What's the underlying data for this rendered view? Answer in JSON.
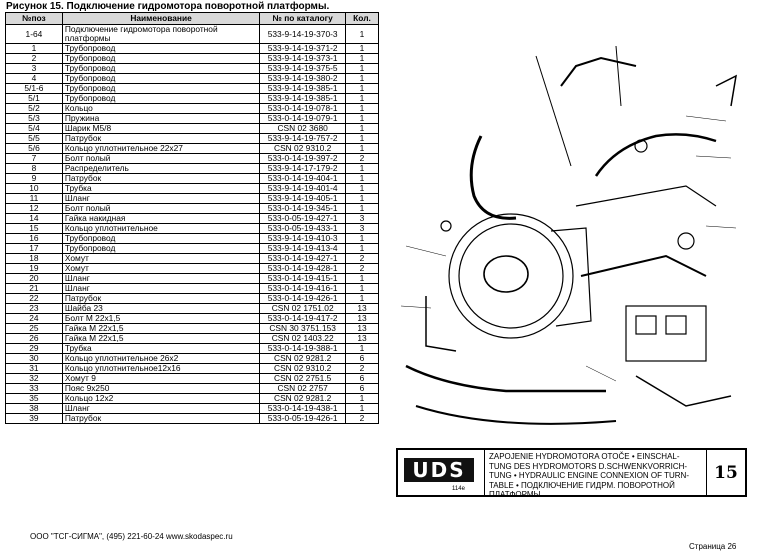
{
  "title": "Рисунок 15.   Подключение гидромотора поворотной платформы.",
  "table": {
    "headers": [
      "№поз",
      "Наименование",
      "№ по каталогу",
      "Кол."
    ],
    "rows": [
      [
        "1-64",
        "Подключение гидромотора поворотной платформы",
        "533-9-14-19-370-3",
        "1"
      ],
      [
        "1",
        "Трубопровод",
        "533-9-14-19-371-2",
        "1"
      ],
      [
        "2",
        "Трубопровод",
        "533-9-14-19-373-1",
        "1"
      ],
      [
        "3",
        "Трубопровод",
        "533-9-14-19-375-5",
        "1"
      ],
      [
        "4",
        "Трубопровод",
        "533-9-14-19-380-2",
        "1"
      ],
      [
        "5/1-6",
        "Трубопровод",
        "533-9-14-19-385-1",
        "1"
      ],
      [
        "5/1",
        "Трубопровод",
        "533-9-14-19-385-1",
        "1"
      ],
      [
        "5/2",
        "Кольцо",
        "533-0-14-19-078-1",
        "1"
      ],
      [
        "5/3",
        "Пружина",
        "533-0-14-19-079-1",
        "1"
      ],
      [
        "5/4",
        "Шарик М5/8",
        "CSN  02  3680",
        "1"
      ],
      [
        "5/5",
        "Патрубок",
        "533-9-14-19-757-2",
        "1"
      ],
      [
        "5/6",
        "Кольцо уплотнительное 22х27",
        "CSN  02  9310.2",
        "1"
      ],
      [
        "7",
        "Болт полый",
        "533-0-14-19-397-2",
        "2"
      ],
      [
        "8",
        "Распределитель",
        "533-9-14-17-179-2",
        "1"
      ],
      [
        "9",
        "Патрубок",
        "533-0-14-19-404-1",
        "1"
      ],
      [
        "10",
        "Трубка",
        "533-9-14-19-401-4",
        "1"
      ],
      [
        "11",
        "Шланг",
        "533-9-14-19-405-1",
        "1"
      ],
      [
        "12",
        "Болт полый",
        "533-0-14-19-345-1",
        "1"
      ],
      [
        "14",
        "Гайка накидная",
        "533-0-05-19-427-1",
        "3"
      ],
      [
        "15",
        "Кольцо уплотнительное",
        "533-0-05-19-433-1",
        "3"
      ],
      [
        "16",
        "Трубопровод",
        "533-9-14-19-410-3",
        "1"
      ],
      [
        "17",
        "Трубопровод",
        "533-9-14-19-413-4",
        "1"
      ],
      [
        "18",
        "Хомут",
        "533-0-14-19-427-1",
        "2"
      ],
      [
        "19",
        "Хомут",
        "533-0-14-19-428-1",
        "2"
      ],
      [
        "20",
        "Шланг",
        "533-0-14-19-415-1",
        "1"
      ],
      [
        "21",
        "Шланг",
        "533-0-14-19-416-1",
        "1"
      ],
      [
        "22",
        "Патрубок",
        "533-0-14-19-426-1",
        "1"
      ],
      [
        "23",
        "Шайба  23",
        "CSN  02  1751.02",
        "13"
      ],
      [
        "24",
        "Болт  М 22х1,5",
        "533-0-14-19-417-2",
        "13"
      ],
      [
        "25",
        "Гайка М 22х1,5",
        "CSN  30  3751.153",
        "13"
      ],
      [
        "26",
        "Гайка М 22х1,5",
        "CSN  02  1403.22",
        "13"
      ],
      [
        "29",
        "Трубка",
        "533-0-14-19-388-1",
        "1"
      ],
      [
        "30",
        "Кольцо уплотнительное  26х2",
        "CSN  02  9281.2",
        "6"
      ],
      [
        "31",
        "Кольцо уплотнительное12х16",
        "CSN  02  9310.2",
        "2"
      ],
      [
        "32",
        "Хомут 9",
        "CSN  02  2751.5",
        "6"
      ],
      [
        "33",
        "Пояс  9х250",
        "CSN  02  2757",
        "6"
      ],
      [
        "35",
        "Кольцо 12х2",
        "CSN  02  9281.2",
        "1"
      ],
      [
        "38",
        "Шланг",
        "533-0-14-19-438-1",
        "1"
      ],
      [
        "39",
        "Патрубок",
        "533-0-05-19-426-1",
        "2"
      ]
    ]
  },
  "titleblock": {
    "logo": "UDS",
    "logo_sub": "114e",
    "lines": [
      "ZAPOJENIE HYDROMOTORA OTOČE • EINSCHAL-",
      "TUNG DES HYDROMOTORS D.SCHWENKVORRICH-",
      "TUNG • HYDRAULIC ENGINE CONNEXION OF TURN-",
      "TABLE • ПОДКЛЮЧЕНИЕ ГИДРМ. ПОВОРОТНОЙ ПЛАТФОРМЫ"
    ],
    "number": "15"
  },
  "footer": "ООО \"ТСГ-СИГМА\", (495) 221-60-24 www.skodaspec.ru",
  "page": "Страница 26"
}
